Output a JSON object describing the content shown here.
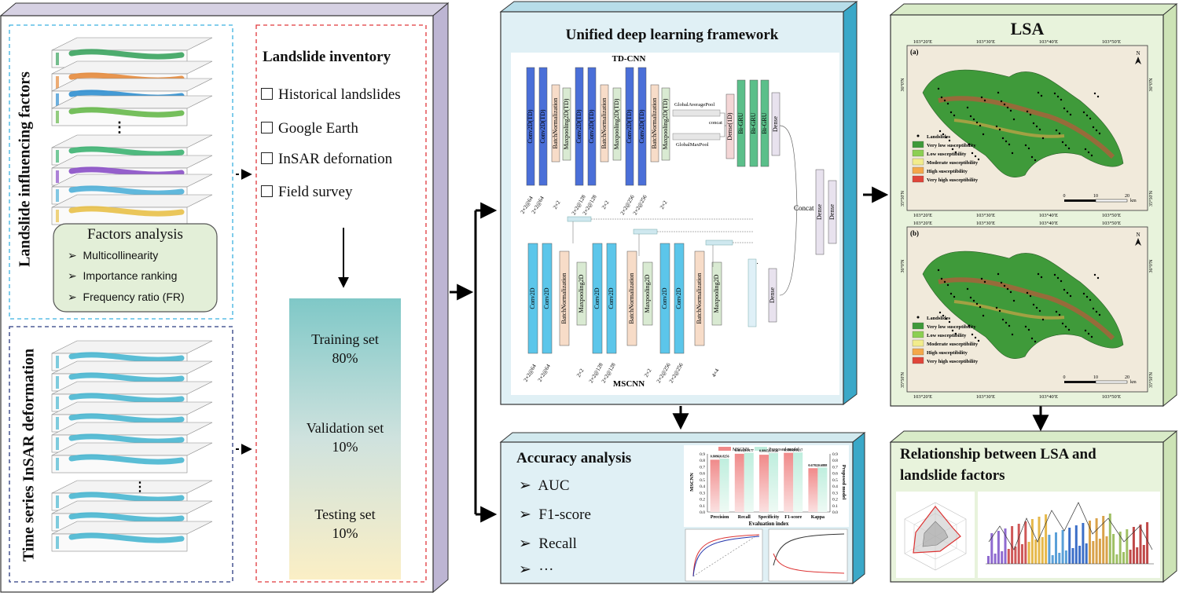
{
  "left_panel": {
    "factors_title": "Landslide influencing factors",
    "factors_analysis": {
      "title": "Factors analysis",
      "items": [
        "Multicollinearity",
        "Importance ranking",
        "Frequency ratio (FR)"
      ]
    },
    "insar_title": "Time series InSAR deformation",
    "inventory": {
      "title": "Landslide inventory",
      "items": [
        "Historical landslides",
        "Google Earth",
        "InSAR defornation",
        "Field survey"
      ]
    },
    "sets": [
      {
        "name": "Training set",
        "pct": "80%"
      },
      {
        "name": "Validation set",
        "pct": "10%"
      },
      {
        "name": "Testing set",
        "pct": "10%"
      }
    ]
  },
  "framework": {
    "title": "Unified deep learning framework",
    "tdcnn_label": "TD-CNN",
    "mscnn_label": "MSCNN",
    "td_layers": [
      "Conv2D(TD)",
      "Conv2D(TD)",
      "BatchNormalization",
      "Maxpooling2D(TD)",
      "Conv2D(TD)",
      "Conv2D(TD)",
      "BatchNormalization",
      "Maxpooling2D(TD)",
      "Conv2D(TD)",
      "Conv2D(TD)",
      "BatchNormalization",
      "Maxpooling2D(TD)"
    ],
    "td_sizes": [
      "2×2@64",
      "2×2@64",
      "2×2",
      "2×2@128",
      "2×2@128",
      "2×2",
      "2×2@256",
      "2×2@256",
      "2×2"
    ],
    "pool_labels": [
      "GlobalAveragePool",
      "GlobalMaxPool"
    ],
    "concat_label": "Concat",
    "dense1d_label": "Dense(1D)",
    "bigru_label": "Bi-GRU",
    "dense_label": "Dense",
    "ms_layers": [
      "Conv2D",
      "Conv2D",
      "BatchNormalization",
      "Maxpooling2D",
      "Conv2D",
      "Conv2D",
      "BatchNormalization",
      "Maxpooling2D",
      "Conv2D",
      "Conv2D",
      "BatchNormalization",
      "Maxpooling2D"
    ],
    "ms_sizes": [
      "2×2@64",
      "2×2@64",
      "2×2",
      "2×2@128",
      "2×2@128",
      "2×2",
      "2×2@256",
      "2×2@256",
      "4×4"
    ],
    "ellipsis": "..."
  },
  "accuracy": {
    "title": "Accuracy analysis",
    "items": [
      "AUC",
      "F1-score",
      "Recall",
      "···"
    ]
  },
  "lsa": {
    "title": "LSA",
    "map_a_label": "(a)",
    "map_b_label": "(b)",
    "lon_ticks": [
      "103°20′E",
      "103°30′E",
      "103°40′E",
      "103°50′E"
    ],
    "lat_ticks_left": [
      "36°0′N",
      "35°50′N"
    ],
    "legend": [
      "Landslides",
      "Very low susceptibility",
      "Low susceptibility",
      "Moderate susceptibility",
      "High susceptibility",
      "Very high susceptibility"
    ],
    "legend_colors": [
      "#000000",
      "#3f9a3a",
      "#8ccf52",
      "#f2ec8c",
      "#f4a84a",
      "#e0463a"
    ],
    "scale": [
      "0",
      "10",
      "20"
    ],
    "scale_unit": "km",
    "north": "N"
  },
  "relationship": {
    "title_line1": "Relationship between LSA and",
    "title_line2": "landslide factors"
  },
  "chart_data": {
    "type": "bar",
    "categories": [
      "Precision",
      "Recall",
      "Specificity",
      "F1-score",
      "Kappa"
    ],
    "series": [
      {
        "name": "MSCNN",
        "values": [
          0.8096,
          0.9015,
          0.8865,
          0.9166,
          0.6782
        ]
      },
      {
        "name": "Proposed model",
        "values": [
          0.8256,
          0.9177,
          0.9136,
          0.9217,
          0.6888
        ]
      }
    ],
    "value_labels": [
      "0.8096|0.8256",
      "0.9015|0.9177",
      "0.8865|0.9136",
      "0.9166|0.9217",
      "0.6782|0.6888"
    ],
    "xlabel": "Evaluation index",
    "ylabel_left": "MSCNN",
    "ylabel_right": "Proposed model",
    "ylim": [
      0,
      0.9
    ],
    "yticks": [
      "0.0",
      "0.1",
      "0.2",
      "0.3",
      "0.4",
      "0.5",
      "0.6",
      "0.7",
      "0.8",
      "0.9"
    ]
  }
}
